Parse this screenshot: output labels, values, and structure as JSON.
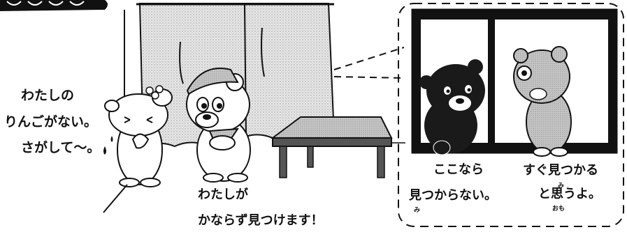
{
  "speech": {
    "rabbit": {
      "line1": "わたしの",
      "line2": "りんごがない。",
      "line3": "さがして～。"
    },
    "detective_bear": {
      "line1": "わたしが",
      "line2": "かならず見つけます！"
    },
    "black_bear": {
      "line1": "ここなら",
      "line2": "見つからない。",
      "ruby_mi": "み"
    },
    "gray_bear": {
      "line1": "すぐ見つかる",
      "line2": "と思うよ。",
      "ruby_mi": "み",
      "ruby_omo": "おも"
    }
  },
  "colors": {
    "ink": "#111111",
    "curtain": "#d9d9d9",
    "black_bear": "#1a1a1a",
    "gray_bear": "#bdbdbd"
  }
}
